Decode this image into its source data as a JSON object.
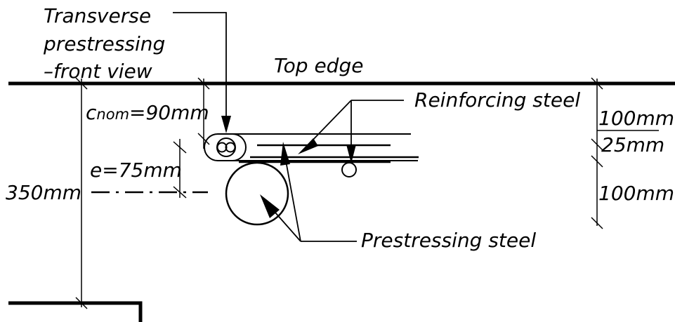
{
  "labels": {
    "transverse_line1": "Transverse",
    "transverse_line2": "prestressing",
    "transverse_line3": "–front view",
    "top_edge": "Top edge",
    "reinforcing_steel": "Reinforcing steel",
    "prestressing_steel": "Prestressing steel",
    "cnom_symbol": "c",
    "cnom_subscript": "nom",
    "cnom_value": "=90mm",
    "eccentricity": "e=75mm",
    "depth": "350mm",
    "dim_top": "100mm",
    "dim_middle": "25mm",
    "dim_bottom": "100mm"
  },
  "colors": {
    "ink": "#000000",
    "background": "#ffffff"
  }
}
